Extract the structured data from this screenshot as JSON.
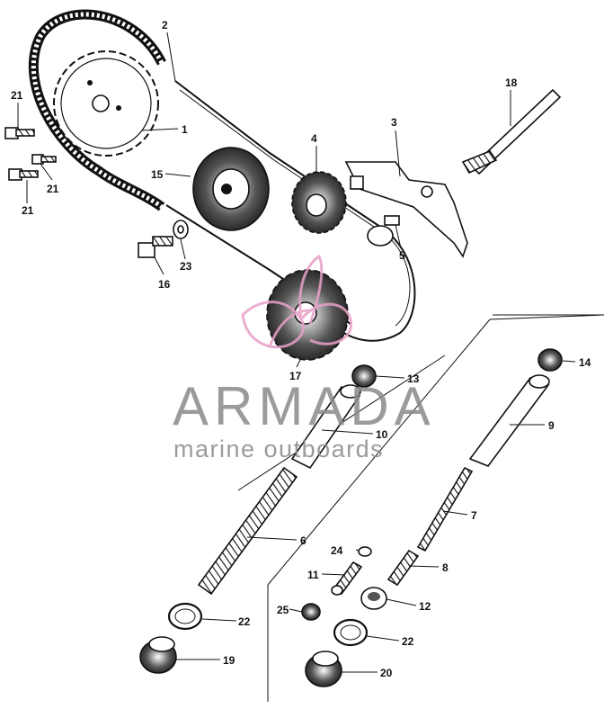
{
  "callouts": {
    "c1": "1",
    "c2": "2",
    "c3": "3",
    "c4": "4",
    "c5": "5",
    "c6": "6",
    "c7": "7",
    "c8": "8",
    "c9": "9",
    "c10": "10",
    "c11": "11",
    "c12": "12",
    "c13": "13",
    "c14": "14",
    "c15": "15",
    "c16": "16",
    "c17": "17",
    "c18": "18",
    "c19": "19",
    "c20": "20",
    "c21a": "21",
    "c21b": "21",
    "c21c": "21",
    "c22a": "22",
    "c22b": "22",
    "c23": "23",
    "c24": "24",
    "c25": "25"
  },
  "watermark": {
    "brand": "ARMADA",
    "tagline": "marine outboards",
    "brand_color": "#8a8a8a",
    "logo_color": "#e8a0c8"
  }
}
